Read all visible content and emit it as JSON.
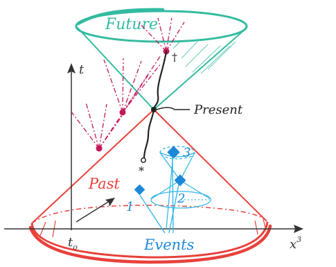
{
  "labels": {
    "future": "Future",
    "present": "Present",
    "past": "Past",
    "events": "Events",
    "t_axis": "t",
    "x_axis": "x",
    "x_axis_sup": "3",
    "t_origin": "t",
    "t_origin_sub": "o",
    "event_1": "1",
    "event_2": "2",
    "event_3": "3",
    "star": "*",
    "cross": "†"
  },
  "colors": {
    "future_cone": "#33bba0",
    "past_cone": "#e8413a",
    "event": "#1e88d8",
    "event_lines": "#35b7e6",
    "worldline": "#222222",
    "dashdot": "#c2185b",
    "axes": "#333333",
    "background": "#ffffff"
  }
}
